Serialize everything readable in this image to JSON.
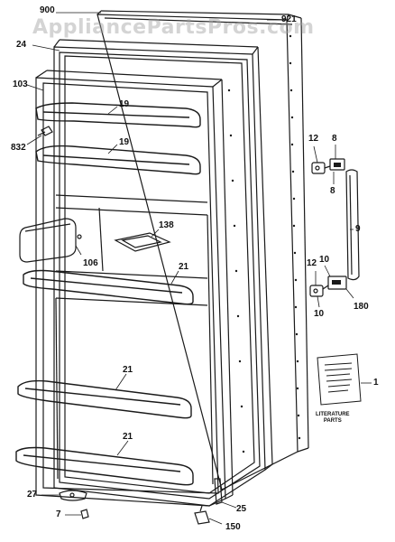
{
  "watermark": "AppliancePartsPros.com",
  "callouts": {
    "c900": "900",
    "c921": "921",
    "c24": "24",
    "c103": "103",
    "c19a": "19",
    "c19b": "19",
    "c832": "832",
    "c12a": "12",
    "c8a": "8",
    "c8b": "8",
    "c9": "9",
    "c138": "138",
    "c106": "106",
    "c21a": "21",
    "c12b": "12",
    "c10a": "10",
    "c10b": "10",
    "c180": "180",
    "c21b": "21",
    "c21c": "21",
    "c27": "27",
    "c7": "7",
    "c25": "25",
    "c150": "150"
  },
  "literature": {
    "label_line1": "LITERATURE",
    "label_line2": "PARTS",
    "callout": "1"
  }
}
